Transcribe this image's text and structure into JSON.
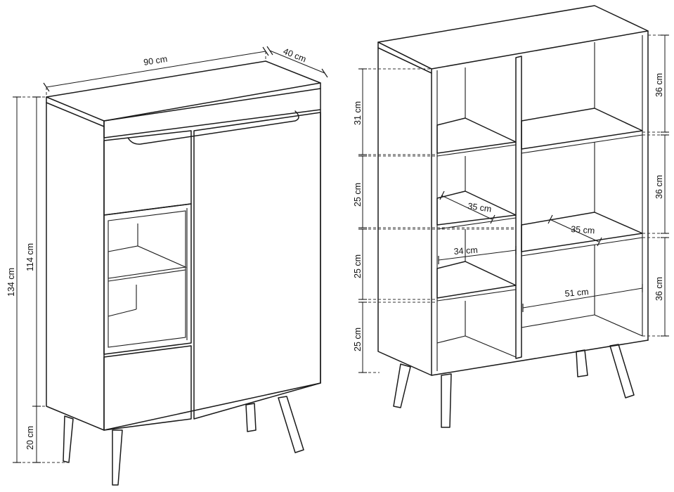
{
  "cabinet": {
    "width_label": "90 cm",
    "depth_label": "40 cm",
    "total_height_label": "134 cm",
    "body_height_label": "114 cm",
    "leg_height_label": "20 cm"
  },
  "shelf": {
    "right_top_label": "36 cm",
    "right_mid_label": "36 cm",
    "right_bottom_label": "36 cm",
    "left_1_label": "31 cm",
    "left_2_label": "25 cm",
    "left_3_label": "25 cm",
    "left_4_label": "25 cm",
    "depth_small_label": "35 cm",
    "depth_large_label": "35 cm",
    "inner_width_small_label": "34 cm",
    "inner_width_large_label": "51 cm"
  }
}
